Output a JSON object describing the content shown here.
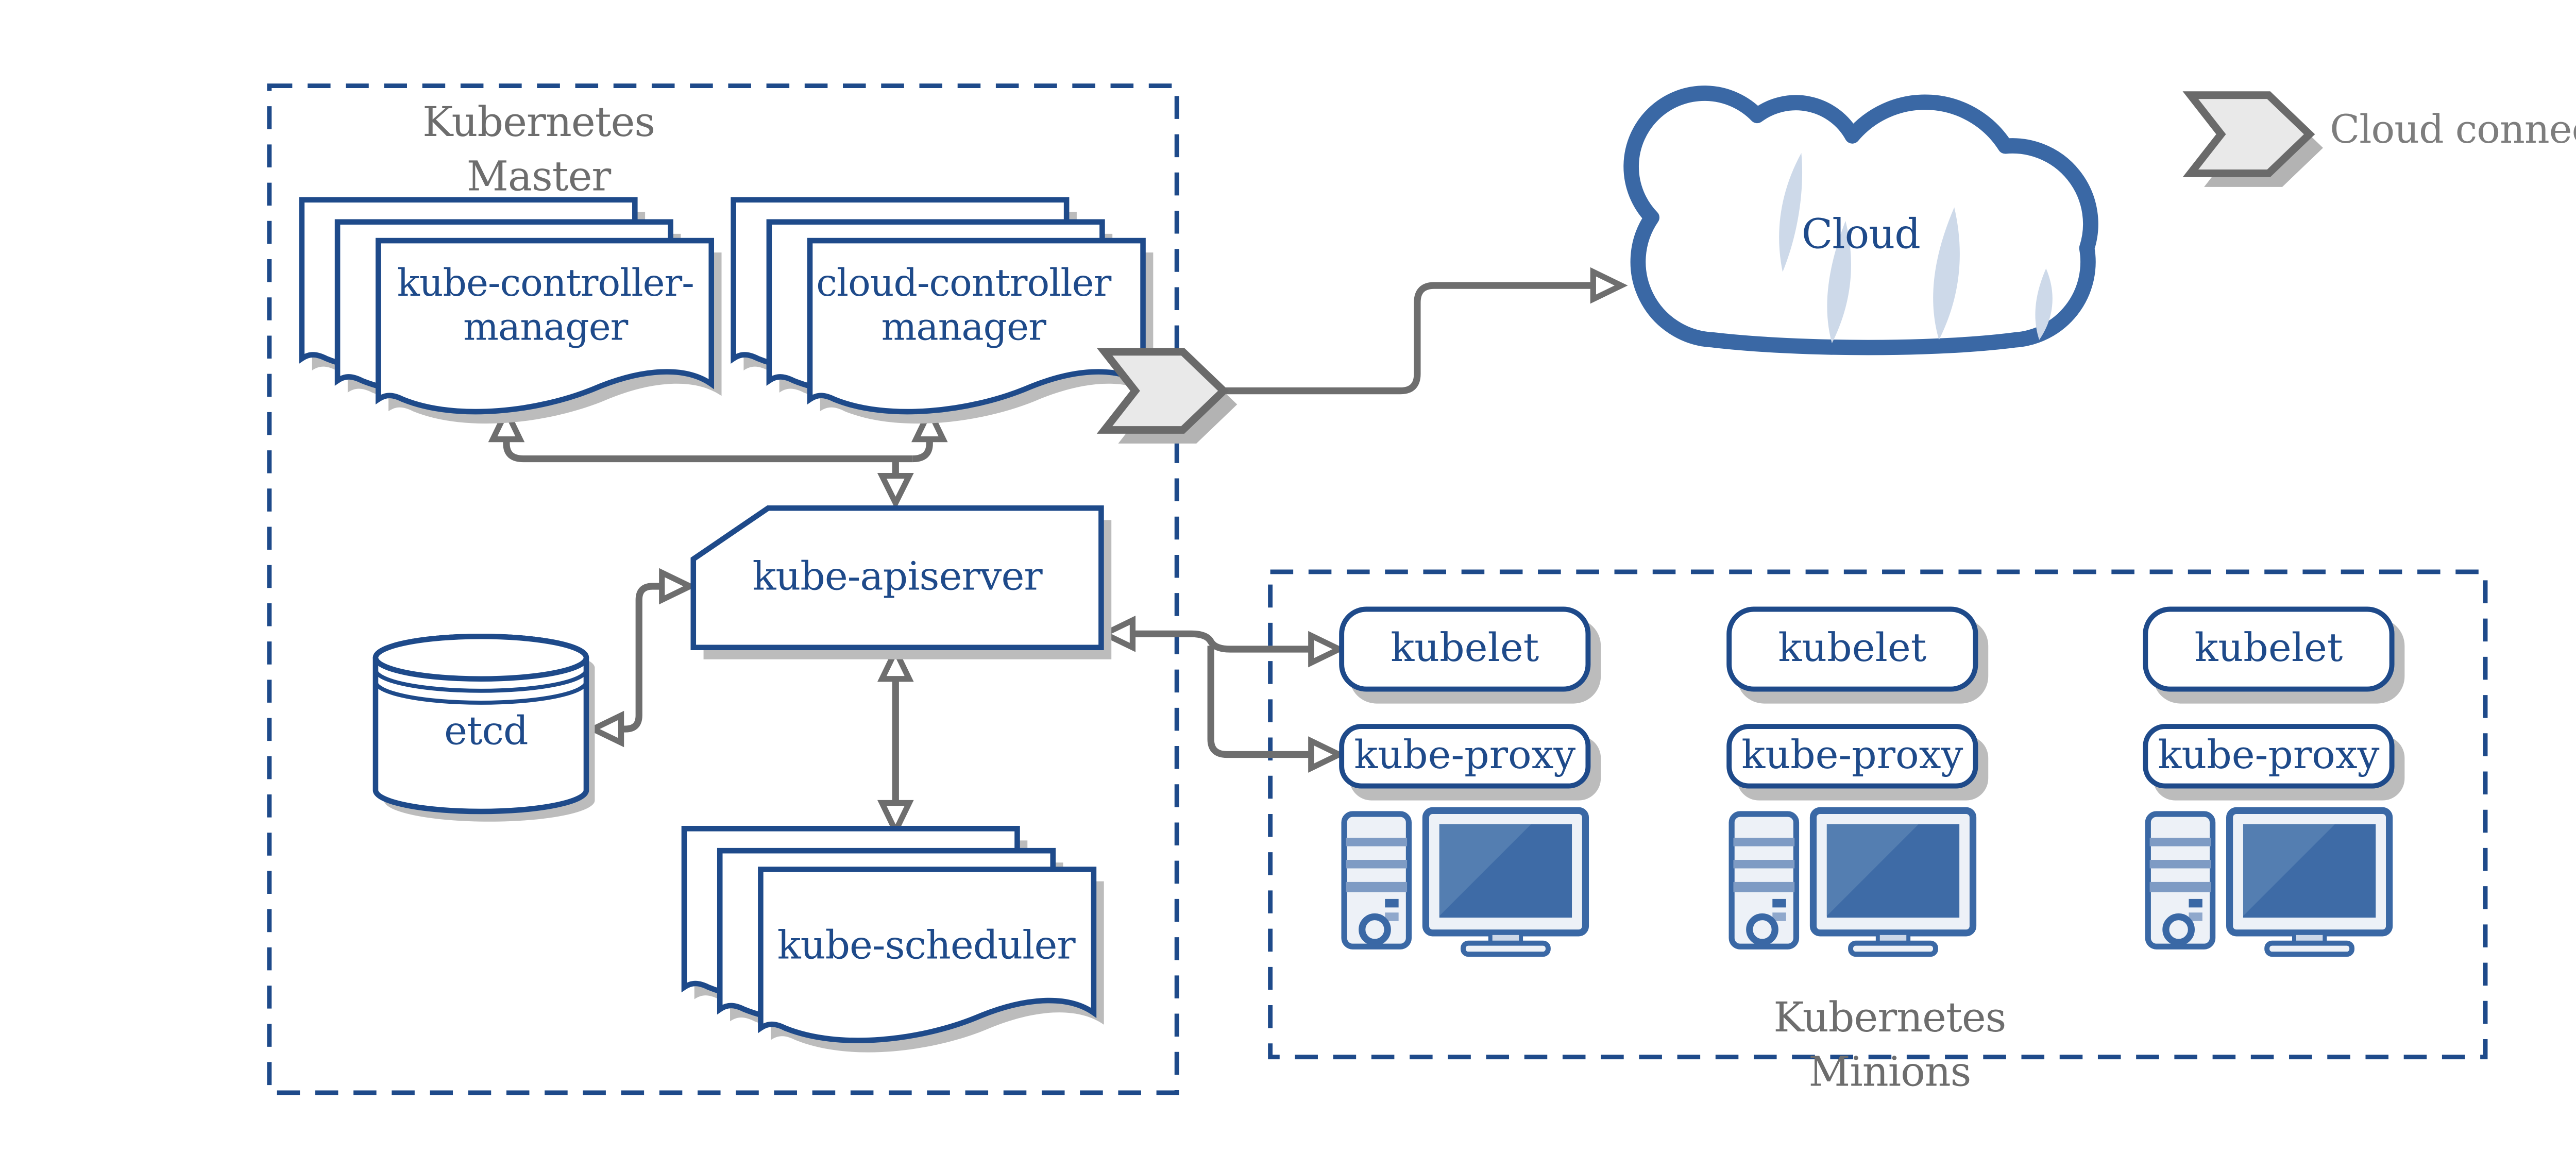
{
  "master": {
    "title_lines": [
      "Kubernetes",
      "Master"
    ],
    "kube_controller_manager": [
      "kube-controller-",
      "manager"
    ],
    "cloud_controller_manager": [
      "cloud-controller",
      "manager"
    ],
    "kube_apiserver": "kube-apiserver",
    "etcd": "etcd",
    "kube_scheduler": "kube-scheduler"
  },
  "cloud": {
    "label": "Cloud"
  },
  "legend": {
    "label": "Cloud connector",
    "icon": "cloud-connector-chevron"
  },
  "minions": {
    "title_lines": [
      "Kubernetes",
      "Minions"
    ],
    "nodes": [
      {
        "kubelet": "kubelet",
        "kube_proxy": "kube-proxy"
      },
      {
        "kubelet": "kubelet",
        "kube_proxy": "kube-proxy"
      },
      {
        "kubelet": "kubelet",
        "kube_proxy": "kube-proxy"
      }
    ]
  },
  "colors": {
    "navy": "#1e4a8a",
    "cloud_blue": "#3a68a5",
    "light_fill": "#edf1f7",
    "crescent": "#cdd9e9",
    "screen": "#3e6ba6",
    "screen_highlight": "#547eb1",
    "arrow_gray": "#6e6e6e",
    "zone_text_gray": "#6d6d6d",
    "legend_text_gray": "#7d7d7d",
    "shadow_gray": "#bcbcbc",
    "chevron_fill": "#e9e9e9",
    "chevron_stroke": "#6a6a6a"
  }
}
